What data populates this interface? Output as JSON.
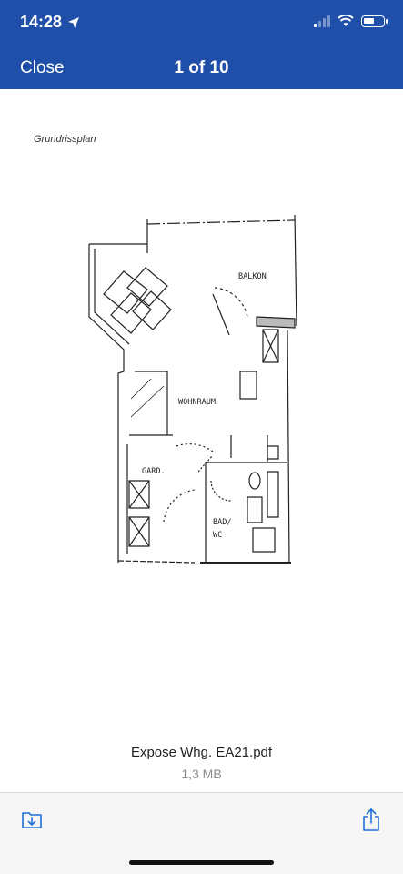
{
  "status_bar": {
    "time": "14:28",
    "signal_bars": 4,
    "signal_active": 1,
    "battery_level": 0.6
  },
  "nav": {
    "close_label": "Close",
    "page_indicator": "1 of 10"
  },
  "document": {
    "caption": "Grundrissplan",
    "floorplan_labels": {
      "balcony": "BALKON",
      "living": "WOHNRAUM",
      "wardrobe": "GARD.",
      "bath_line1": "BAD/",
      "bath_line2": "WC"
    }
  },
  "file": {
    "name": "Expose Whg. EA21.pdf",
    "size": "1,3 MB"
  },
  "toolbar": {
    "left_icon": "save-to-files-icon",
    "right_icon": "share-icon"
  },
  "colors": {
    "header_bg": "#1f4fa8",
    "accent": "#1f6fd6",
    "toolbar_bg": "#f6f6f6"
  }
}
